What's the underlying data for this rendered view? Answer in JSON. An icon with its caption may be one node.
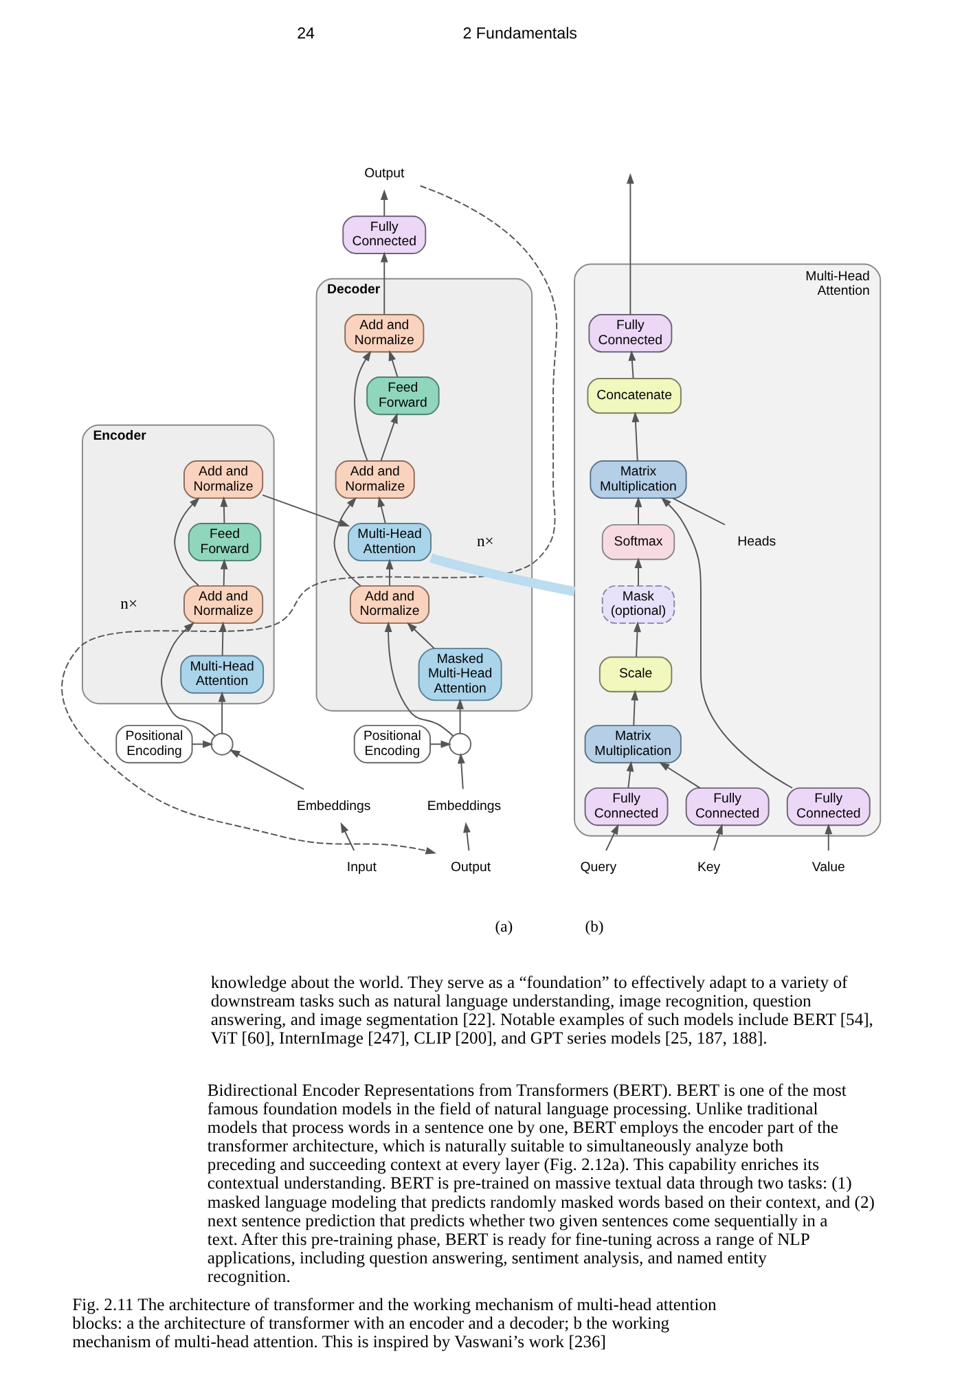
{
  "diagram": {
    "caption": "Fig. 2.11 The architecture of transformer and the working mechanism of multi-head attention blocks: a the architecture of transformer with an encoder and a decoder; b the working mechanism of multi-head attention. This is inspired by Vaswani’s work [236]",
    "nodes": [
      {
        "text": [
          "Encoder"
        ],
        "beside": [
          "n×"
        ]
      },
      {
        "text": [
          "Add and Normalize"
        ],
        "in": 0
      },
      {
        "text": [
          "Feed Forward"
        ],
        "in": 0
      },
      {
        "text": [
          "Add and Normalize"
        ],
        "in": 0
      },
      {
        "text": [
          "Multi-Head Attention"
        ],
        "in": 0
      },
      {
        "text": [
          "Positional Encoding"
        ]
      },
      {
        "text": [],
        "shape": "circle"
      },
      {
        "text": [
          "Embeddings"
        ]
      },
      {
        "text": [
          "Input"
        ]
      },
      {
        "text": [
          "Output"
        ]
      },
      {
        "text": [
          "Fully Connected"
        ]
      },
      {
        "text": [
          "Decoder"
        ],
        "beside": [
          "n×"
        ]
      },
      {
        "text": [
          "Add and Normalize"
        ],
        "in": 11
      },
      {
        "text": [
          "Feed Forward"
        ],
        "in": 11
      },
      {
        "text": [
          "Add and Normalize"
        ],
        "in": 11
      },
      {
        "text": [
          "Multi-Head Attention"
        ],
        "in": 11
      },
      {
        "text": [
          "Add and Normalize"
        ],
        "in": 11
      },
      {
        "text": [
          "Masked Multi-Head Attention"
        ],
        "in": 11
      },
      {
        "text": [
          "Positional Encoding"
        ]
      },
      {
        "text": [],
        "shape": "circle"
      },
      {
        "text": [
          "Embeddings"
        ]
      },
      {
        "text": [
          "Output"
        ]
      },
      {
        "text": [
          "Multi-Head Attention"
        ]
      },
      {
        "text": [
          "Fully Connected"
        ],
        "in": 22
      },
      {
        "text": [
          "Concatenate"
        ],
        "in": 22
      },
      {
        "text": [
          "Matrix Multiplication"
        ],
        "in": 22
      },
      {
        "text": [
          "Heads"
        ],
        "in": 22
      },
      {
        "text": [
          "Softmax"
        ],
        "in": 22
      },
      {
        "text": [
          "Mask (optional)"
        ],
        "in": 22
      },
      {
        "text": [
          "Scale"
        ],
        "in": 22
      },
      {
        "text": [
          "Matrix Multiplication"
        ],
        "in": 22
      },
      {
        "text": [
          "Fully Connected"
        ],
        "in": 22
      },
      {
        "text": [
          "Fully Connected"
        ],
        "in": 22
      },
      {
        "text": [
          "Fully Connected"
        ],
        "in": 22
      },
      {
        "text": [
          "Query"
        ]
      },
      {
        "text": [
          "Key"
        ]
      },
      {
        "text": [
          "Value"
        ]
      }
    ],
    "edges": [
      {
        "from": 8,
        "to": 7,
        "arrow": "to"
      },
      {
        "from": 7,
        "to": 6,
        "arrow": "to"
      },
      {
        "from": 5,
        "to": 6,
        "arrow": "to"
      },
      {
        "from": 6,
        "to": 4,
        "arrow": "to"
      },
      {
        "from": 6,
        "to": 3,
        "arrow": "to"
      },
      {
        "from": 4,
        "to": 3,
        "arrow": "to"
      },
      {
        "from": 3,
        "to": 2,
        "arrow": "to"
      },
      {
        "from": 3,
        "to": 1,
        "arrow": "to"
      },
      {
        "from": 2,
        "to": 1,
        "arrow": "to"
      },
      {
        "from": 1,
        "to": 15,
        "arrow": "to"
      },
      {
        "from": 21,
        "to": 20,
        "arrow": "to"
      },
      {
        "from": 20,
        "to": 19,
        "arrow": "to"
      },
      {
        "from": 18,
        "to": 19,
        "arrow": "to"
      },
      {
        "from": 19,
        "to": 17,
        "arrow": "to"
      },
      {
        "from": 19,
        "to": 16,
        "arrow": "to"
      },
      {
        "from": 17,
        "to": 16,
        "arrow": "to"
      },
      {
        "from": 16,
        "to": 15,
        "arrow": "to"
      },
      {
        "from": 16,
        "to": 14,
        "arrow": "to"
      },
      {
        "from": 15,
        "to": 14,
        "arrow": "to"
      },
      {
        "from": 14,
        "to": 13,
        "arrow": "to"
      },
      {
        "from": 14,
        "to": 12,
        "arrow": "to"
      },
      {
        "from": 13,
        "to": 12,
        "arrow": "to"
      },
      {
        "from": 12,
        "to": 10,
        "arrow": "to"
      },
      {
        "from": 10,
        "to": 9,
        "arrow": "to"
      },
      {
        "from": 9,
        "to": 21,
        "arrow": "to",
        "style": "dashed"
      },
      {
        "from": 15,
        "to": 22,
        "arrow": "none",
        "style": "thick",
        "color": "#bcdcf0"
      },
      {
        "from": 34,
        "to": 31,
        "arrow": "to"
      },
      {
        "from": 35,
        "to": 32,
        "arrow": "to"
      },
      {
        "from": 36,
        "to": 33,
        "arrow": "to"
      },
      {
        "from": 31,
        "to": 30,
        "arrow": "to"
      },
      {
        "from": 32,
        "to": 30,
        "arrow": "to"
      },
      {
        "from": 30,
        "to": 29,
        "arrow": "to"
      },
      {
        "from": 29,
        "to": 28,
        "arrow": "to"
      },
      {
        "from": 28,
        "to": 27,
        "arrow": "to"
      },
      {
        "from": 27,
        "to": 25,
        "arrow": "to"
      },
      {
        "from": 33,
        "to": 25,
        "arrow": "to"
      },
      {
        "from": 25,
        "to": 24,
        "arrow": "to"
      },
      {
        "from": 24,
        "to": 23,
        "arrow": "to"
      },
      {
        "from": 23,
        "to": null,
        "arrow": "to"
      },
      {
        "from": 26,
        "to": 25,
        "arrow": "none"
      }
    ],
    "labels": [
      "24",
      "2 Fundamentals",
      "(a)",
      "(b)",
      "knowledge about the world. They serve as a “foundation” to effectively adapt to a variety of downstream tasks such as natural language understanding, image recognition, question answering, and image segmentation [22]. Notable examples of such models include BERT [54], ViT [60], InternImage [247], CLIP [200], and GPT series models [25, 187, 188].",
      "Bidirectional Encoder Representations from Transformers (BERT). BERT is one of the most famous foundation models in the field of natural language processing. Unlike traditional models that process words in a sentence one by one, BERT employs the encoder part of the transformer architecture, which is naturally suitable to simultaneously analyze both preceding and succeeding context at every layer (Fig. 2.12a). This capability enriches its contextual understanding. BERT is pre-trained on massive textual data through two tasks: (1) masked language modeling that predicts randomly masked words based on their context, and (2) next sentence prediction that predicts whether two given sentences come sequentially in a text. After this pre-training phase, BERT is ready for fine-tuning across a range of NLP applications, including question answering, sentiment analysis, and named entity recognition."
    ]
  }
}
